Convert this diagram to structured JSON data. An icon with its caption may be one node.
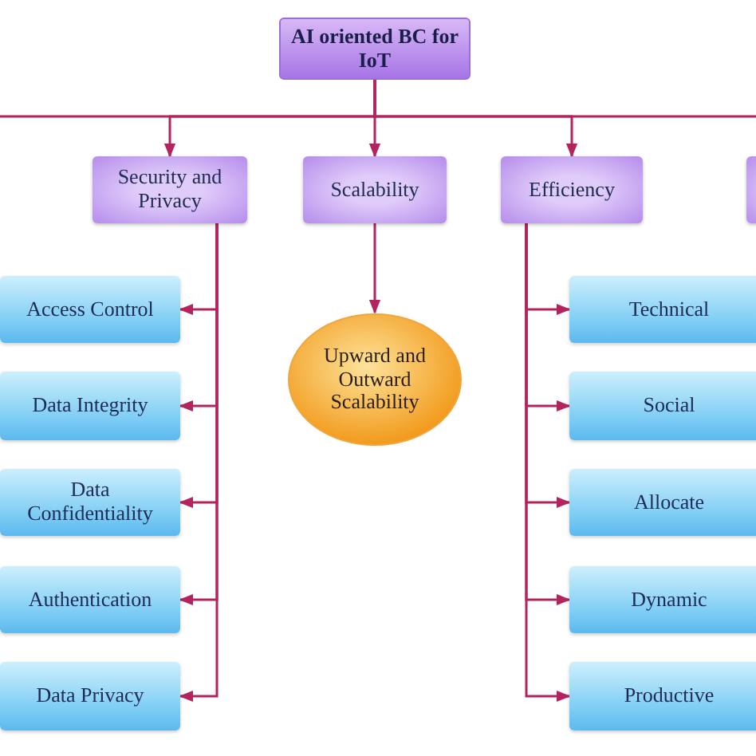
{
  "diagram": {
    "nodes": [
      {
        "text": [
          "AI oriented BC for IoT"
        ]
      },
      {
        "text": [
          "Security and Privacy"
        ]
      },
      {
        "text": [
          "Scalability"
        ]
      },
      {
        "text": [
          "Efficiency"
        ]
      },
      {
        "text": [],
        "shape": "box"
      },
      {
        "text": [
          "Access Control"
        ]
      },
      {
        "text": [
          "Data Integrity"
        ]
      },
      {
        "text": [
          "Data Confidentiality"
        ]
      },
      {
        "text": [
          "Authentication"
        ]
      },
      {
        "text": [
          "Data Privacy"
        ]
      },
      {
        "text": [
          "Upward and Outward Scalability"
        ]
      },
      {
        "text": [
          "Technical"
        ]
      },
      {
        "text": [
          "Social"
        ]
      },
      {
        "text": [
          "Allocate"
        ]
      },
      {
        "text": [
          "Dynamic"
        ]
      },
      {
        "text": [
          "Productive"
        ]
      }
    ],
    "edges": [
      {
        "from": 0,
        "to": 1,
        "arrow": "to"
      },
      {
        "from": 0,
        "to": 2,
        "arrow": "to"
      },
      {
        "from": 0,
        "to": 3,
        "arrow": "to"
      },
      {
        "from": 0,
        "to": null,
        "arrow": "none"
      },
      {
        "from": 0,
        "to": null,
        "arrow": "none"
      },
      {
        "from": 1,
        "to": 5,
        "arrow": "to"
      },
      {
        "from": 1,
        "to": 6,
        "arrow": "to"
      },
      {
        "from": 1,
        "to": 7,
        "arrow": "to"
      },
      {
        "from": 1,
        "to": 8,
        "arrow": "to"
      },
      {
        "from": 1,
        "to": 9,
        "arrow": "to"
      },
      {
        "from": 2,
        "to": 10,
        "arrow": "to"
      },
      {
        "from": 3,
        "to": 11,
        "arrow": "to"
      },
      {
        "from": 3,
        "to": 12,
        "arrow": "to"
      },
      {
        "from": 3,
        "to": 13,
        "arrow": "to"
      },
      {
        "from": 3,
        "to": 14,
        "arrow": "to"
      },
      {
        "from": 3,
        "to": 15,
        "arrow": "to"
      }
    ]
  }
}
